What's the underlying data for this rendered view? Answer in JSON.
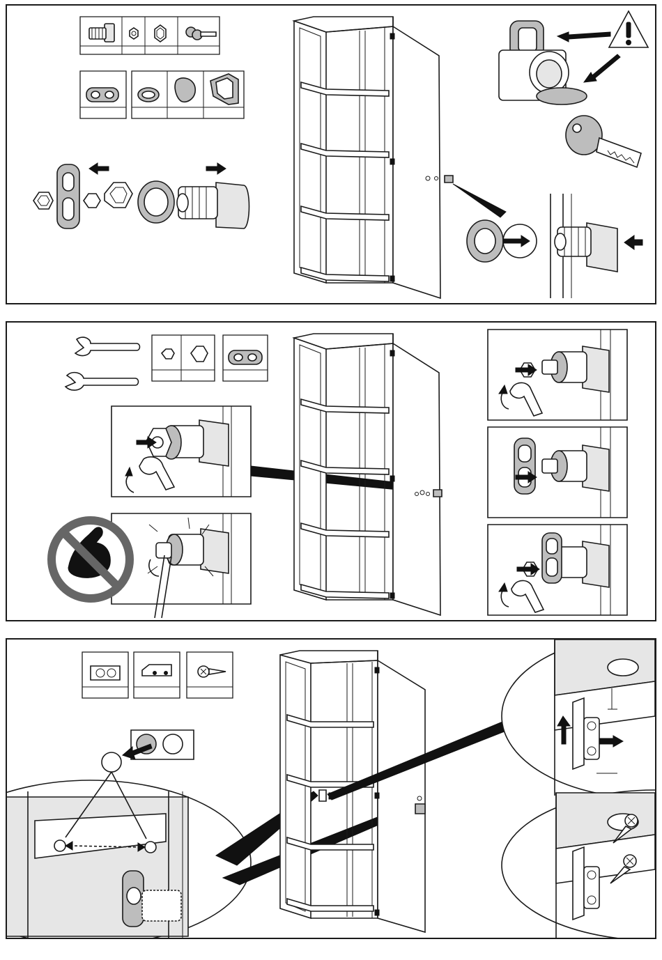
{
  "document": {
    "type": "assembly-instructions",
    "steps": [
      {
        "id": "step-1",
        "subject": "lock-installation",
        "warning_icon": "warning-triangle-icon"
      },
      {
        "id": "step-2",
        "subject": "lock-tightening",
        "prohibition_icon": "no-excessive-force-icon"
      },
      {
        "id": "step-3",
        "subject": "strike-plate-mounting"
      }
    ]
  },
  "colors": {
    "ink": "#1a1a1a",
    "paper": "#ffffff",
    "shade": "#bdbdbd",
    "prohibit": "#666666"
  },
  "icons": [
    "cam-lock-icon",
    "nut-icon",
    "key-icon",
    "washer-icon",
    "spacer-plate-icon",
    "wrench-icon",
    "cabinet-icon",
    "arrow-icon",
    "warning-triangle-icon",
    "no-excessive-force-icon",
    "screw-icon",
    "strike-plate-icon",
    "sticker-icon"
  ]
}
